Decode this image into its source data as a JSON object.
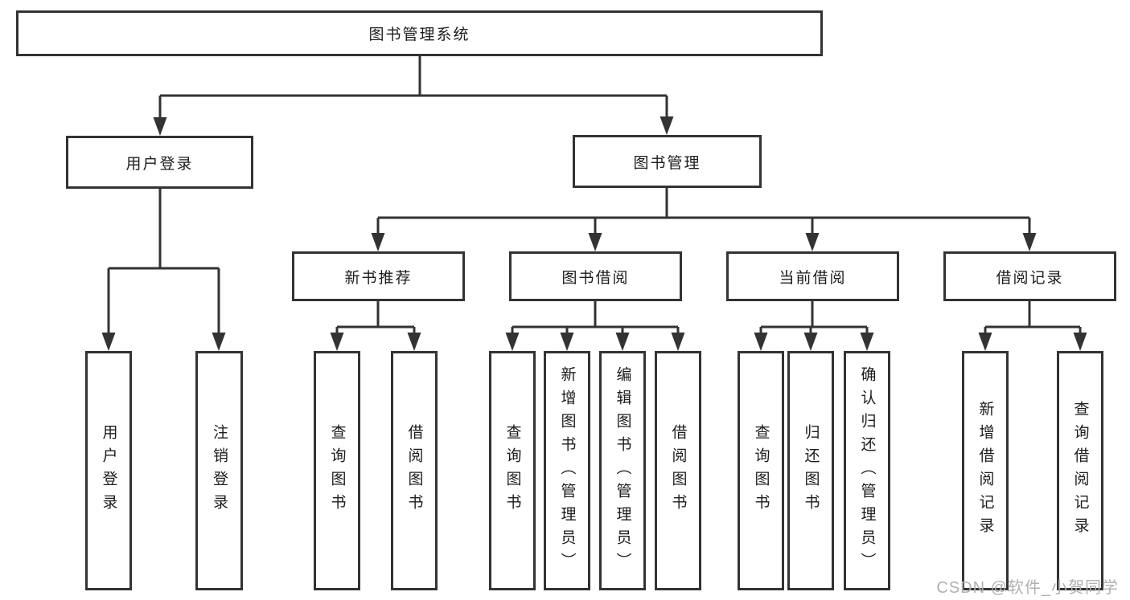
{
  "diagram": {
    "root": {
      "label": "图书管理系统"
    },
    "branches": [
      {
        "label": "用户登录",
        "children": [
          {
            "label": "用户登录"
          },
          {
            "label": "注销登录"
          }
        ]
      },
      {
        "label": "图书管理",
        "children": [
          {
            "label": "新书推荐",
            "children": [
              {
                "label": "查询图书"
              },
              {
                "label": "借阅图书"
              }
            ]
          },
          {
            "label": "图书借阅",
            "children": [
              {
                "label": "查询图书"
              },
              {
                "label": "新增图书（管理员）"
              },
              {
                "label": "编辑图书（管理员）"
              },
              {
                "label": "借阅图书"
              }
            ]
          },
          {
            "label": "当前借阅",
            "children": [
              {
                "label": "查询图书"
              },
              {
                "label": "归还图书"
              },
              {
                "label": "确认归还（管理员）"
              }
            ]
          },
          {
            "label": "借阅记录",
            "children": [
              {
                "label": "新增借阅记录"
              },
              {
                "label": "查询借阅记录"
              }
            ]
          }
        ]
      }
    ]
  },
  "watermark": {
    "text": "CSDN @软件_小贺同学"
  },
  "colors": {
    "line": "#333333",
    "text": "#1c1c1c",
    "watermark": "#b1b1b1",
    "background": "#ffffff"
  }
}
